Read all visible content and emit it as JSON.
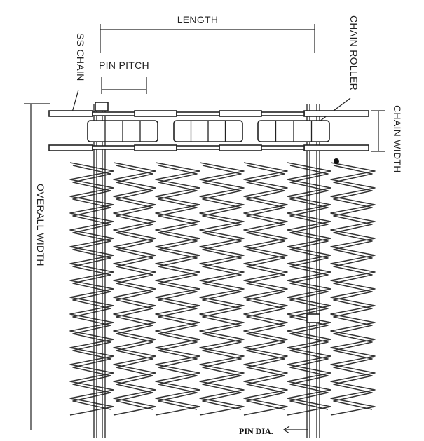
{
  "diagram": {
    "labels": {
      "length": "LENGTH",
      "ss_chain": "SS CHAIN",
      "pin_pitch": "PIN PITCH",
      "chain_roller": "CHAIN ROLLER",
      "chain_width": "CHAIN WIDTH",
      "overall_width": "OVERALL WIDTH",
      "pin_dia": "PIN DIA."
    },
    "colors": {
      "line": "#222222",
      "background": "#ffffff"
    }
  }
}
